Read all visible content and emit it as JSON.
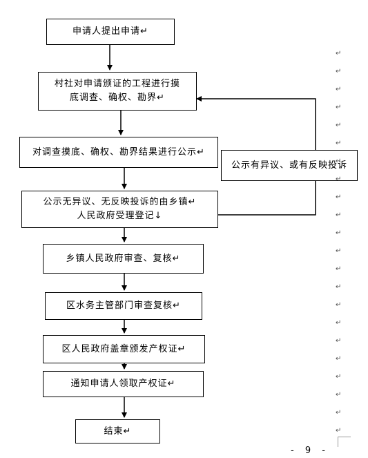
{
  "flowchart": {
    "steps": [
      {
        "lines": [
          "申请人提出申请↵"
        ]
      },
      {
        "lines": [
          "村社对申请颁证的工程进行摸",
          "底调查、确权、勘界↵"
        ]
      },
      {
        "lines": [
          "对调查摸底、确权、勘界结果进行公示↵"
        ]
      },
      {
        "lines": [
          "公示无异议、无反映投诉的由乡镇↵",
          "人民政府受理登记↓"
        ]
      },
      {
        "lines": [
          "乡镇人民政府审查、复核↵"
        ]
      },
      {
        "lines": [
          "区水务主管部门审查复核↵"
        ]
      },
      {
        "lines": [
          "区人民政府盖章颁发产权证↵"
        ]
      },
      {
        "lines": [
          "通知申请人领取产权证↵"
        ]
      },
      {
        "lines": [
          "结束↵"
        ]
      }
    ],
    "side_box": {
      "lines": [
        "公示有异议、或有反映投诉"
      ]
    }
  },
  "margin_mark": "↵",
  "page_number": "- 9 -"
}
